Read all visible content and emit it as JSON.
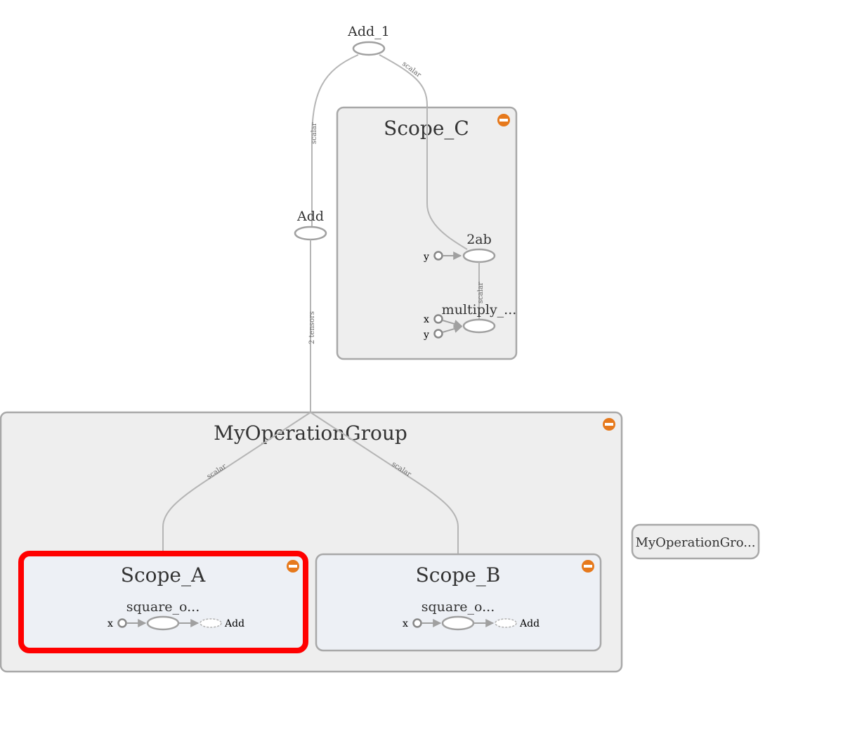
{
  "graph": {
    "nodes": {
      "add_1": "Add_1",
      "add": "Add",
      "scope_c": "Scope_C",
      "two_ab": "2ab",
      "multiply": "multiply_...",
      "my_operation_group": "MyOperationGroup",
      "scope_a": "Scope_A",
      "scope_b": "Scope_B",
      "square_a": "square_o...",
      "square_b": "square_o...",
      "aux_node": "MyOperationGro..."
    },
    "inputs": {
      "y_2ab": "y",
      "x_mul": "x",
      "y_mul": "y",
      "x_a": "x",
      "x_b": "x"
    },
    "outputs": {
      "add_a": "Add",
      "add_b": "Add"
    },
    "edge_labels": {
      "add1_to_add": "scalar",
      "add1_to_scopec": "scalar",
      "scopec_internal": "scalar",
      "mul_to_2ab": "scalar",
      "group_to_add": "2 tensors",
      "a_to_group": "scalar",
      "b_to_group": "scalar"
    },
    "selected_node": "Scope_A",
    "colors": {
      "selection": "#ff0000",
      "collapse_button": "#e6791c",
      "edge": "#b5b5b5"
    },
    "icons": {
      "collapse": "minus-circle-icon"
    }
  }
}
